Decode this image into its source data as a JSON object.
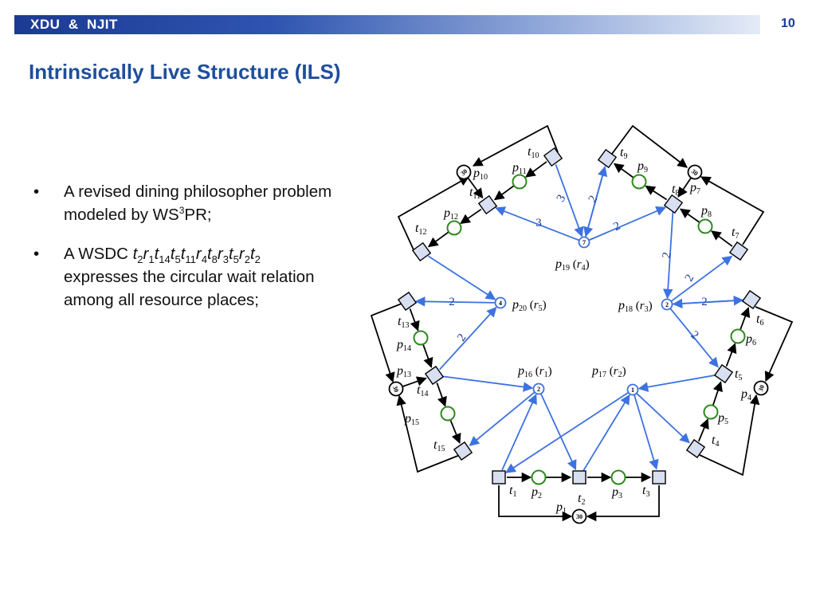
{
  "header": {
    "org": "XDU  &  NJIT",
    "page_number": "10"
  },
  "title": "Intrinsically Live Structure (ILS)",
  "bullets": {
    "b1_text": "A revised dining philosopher problem modeled by WS",
    "b1_sup": "3",
    "b1_tail": "PR;",
    "b2_prefix": "A WSDC ",
    "b2_sequence": [
      {
        "v": "t",
        "s": "2"
      },
      {
        "v": "r",
        "s": "1"
      },
      {
        "v": "t",
        "s": "14"
      },
      {
        "v": "t",
        "s": "5"
      },
      {
        "v": "t",
        "s": "11"
      },
      {
        "v": "r",
        "s": "4"
      },
      {
        "v": "t",
        "s": "8"
      },
      {
        "v": "r",
        "s": "3"
      },
      {
        "v": "t",
        "s": "5"
      },
      {
        "v": "r",
        "s": "2"
      },
      {
        "v": "t",
        "s": "2"
      }
    ],
    "b2_tail": "expresses the circular wait relation among all resource places;"
  },
  "net": {
    "colors": {
      "black_arc": "#000000",
      "blue_arc": "#3d72e0",
      "green_place": "#2e8a1e",
      "blue_place": "#3d72e0",
      "transition_fill": "#d8dff0"
    },
    "idle_places": [
      {
        "label": "p",
        "sub": "1",
        "tokens": "30"
      },
      {
        "label": "p",
        "sub": "4",
        "tokens": "30"
      },
      {
        "label": "p",
        "sub": "7",
        "tokens": "30"
      },
      {
        "label": "p",
        "sub": "10",
        "tokens": "30"
      },
      {
        "label": "p",
        "sub": "13",
        "tokens": "30"
      }
    ],
    "operation_places": [
      {
        "label": "p",
        "sub": "2"
      },
      {
        "label": "p",
        "sub": "3"
      },
      {
        "label": "p",
        "sub": "5"
      },
      {
        "label": "p",
        "sub": "6"
      },
      {
        "label": "p",
        "sub": "8"
      },
      {
        "label": "p",
        "sub": "9"
      },
      {
        "label": "p",
        "sub": "11"
      },
      {
        "label": "p",
        "sub": "12"
      },
      {
        "label": "p",
        "sub": "14"
      },
      {
        "label": "p",
        "sub": "15"
      }
    ],
    "resource_places": [
      {
        "label": "p",
        "sub": "16",
        "res": "r",
        "res_sub": "1",
        "tokens": "2"
      },
      {
        "label": "p",
        "sub": "17",
        "res": "r",
        "res_sub": "2",
        "tokens": "1"
      },
      {
        "label": "p",
        "sub": "18",
        "res": "r",
        "res_sub": "3",
        "tokens": "2"
      },
      {
        "label": "p",
        "sub": "19",
        "res": "r",
        "res_sub": "4",
        "tokens": "7"
      },
      {
        "label": "p",
        "sub": "20",
        "res": "r",
        "res_sub": "5",
        "tokens": "4"
      }
    ],
    "transitions": [
      {
        "label": "t",
        "sub": "1"
      },
      {
        "label": "t",
        "sub": "2"
      },
      {
        "label": "t",
        "sub": "3"
      },
      {
        "label": "t",
        "sub": "4"
      },
      {
        "label": "t",
        "sub": "5"
      },
      {
        "label": "t",
        "sub": "6"
      },
      {
        "label": "t",
        "sub": "7"
      },
      {
        "label": "t",
        "sub": "8"
      },
      {
        "label": "t",
        "sub": "9"
      },
      {
        "label": "t",
        "sub": "10"
      },
      {
        "label": "t",
        "sub": "11"
      },
      {
        "label": "t",
        "sub": "12"
      },
      {
        "label": "t",
        "sub": "13"
      },
      {
        "label": "t",
        "sub": "14"
      },
      {
        "label": "t",
        "sub": "15"
      }
    ],
    "arc_weights": [
      "3",
      "3",
      "2",
      "2",
      "2",
      "2",
      "2",
      "2",
      "2",
      "2"
    ]
  }
}
